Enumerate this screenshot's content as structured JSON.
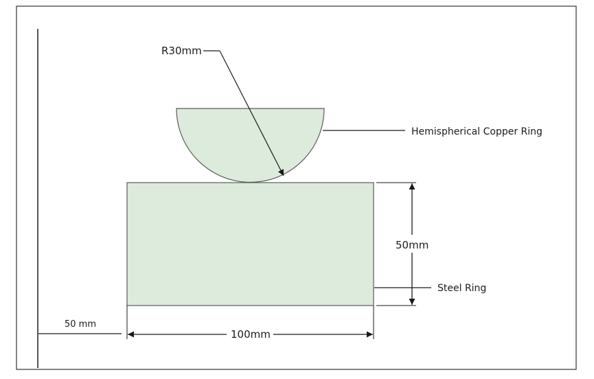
{
  "diagram": {
    "labels": {
      "radius": "R30mm",
      "copper_ring": "Hemispherical Copper Ring",
      "height": "50mm",
      "steel_ring": "Steel Ring",
      "width": "100mm",
      "offset": "50 mm"
    },
    "colors": {
      "fill": "#dcebdc",
      "stroke": "#5a5a5a",
      "line": "#1a1a1a",
      "frame": "#333333"
    }
  }
}
